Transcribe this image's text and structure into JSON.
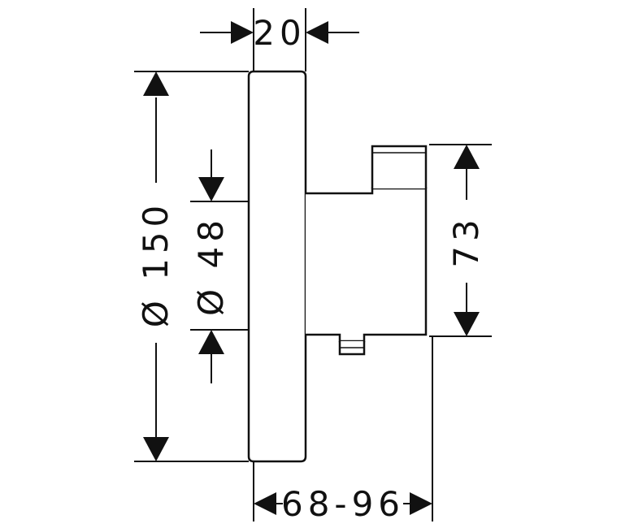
{
  "dimensions": {
    "top_width": "20",
    "plate_diameter": "Ø 150",
    "inner_diameter": "Ø 48",
    "right_height": "73",
    "bottom_depth": "68-96"
  }
}
